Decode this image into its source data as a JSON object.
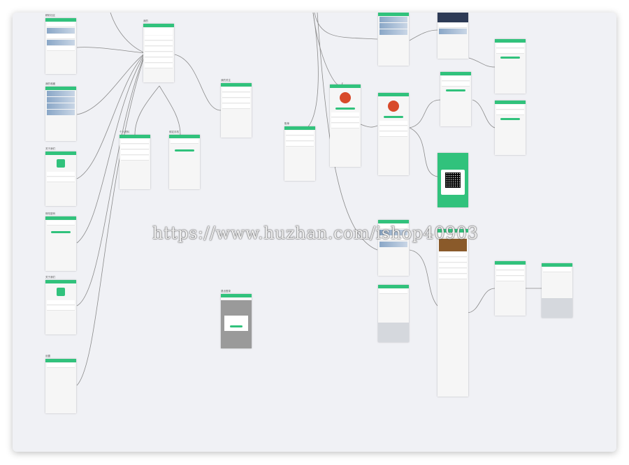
{
  "canvas": {
    "background": "#f0f1f5",
    "accent": "#31c27c",
    "wire_color": "#8a8a8a"
  },
  "watermark": "https://www.huzhan.com/ishop40903",
  "frames": [
    {
      "id": "f1",
      "label": "精彩社区",
      "kind": "feed"
    },
    {
      "id": "f2",
      "label": "我的收藏",
      "kind": "feed"
    },
    {
      "id": "f3",
      "label": "关于我们",
      "kind": "about"
    },
    {
      "id": "f4",
      "label": "修改密码",
      "kind": "form"
    },
    {
      "id": "f5",
      "label": "关于我们",
      "kind": "about"
    },
    {
      "id": "f6",
      "label": "设置",
      "kind": "list"
    },
    {
      "id": "f7",
      "label": "我的",
      "kind": "profile"
    },
    {
      "id": "f8",
      "label": "个人资料",
      "kind": "list"
    },
    {
      "id": "f9",
      "label": "绑定手机",
      "kind": "form"
    },
    {
      "id": "f10",
      "label": "我的关注",
      "kind": "feed"
    },
    {
      "id": "f11",
      "label": "退出登录",
      "kind": "modal"
    },
    {
      "id": "f12",
      "label": "账单",
      "kind": "list"
    },
    {
      "id": "f13",
      "label": "",
      "kind": "list"
    },
    {
      "id": "f14",
      "label": "",
      "kind": "detail"
    },
    {
      "id": "f15",
      "label": "",
      "kind": "form"
    },
    {
      "id": "f16",
      "label": "",
      "kind": "list"
    },
    {
      "id": "f17",
      "label": "",
      "kind": "form"
    },
    {
      "id": "f18",
      "label": "",
      "kind": "reward"
    },
    {
      "id": "f19",
      "label": "",
      "kind": "reward"
    },
    {
      "id": "f20",
      "label": "",
      "kind": "qr"
    },
    {
      "id": "f21",
      "label": "",
      "kind": "feed"
    },
    {
      "id": "f22",
      "label": "",
      "kind": "keyboard"
    },
    {
      "id": "f23",
      "label": "",
      "kind": "article"
    },
    {
      "id": "f24",
      "label": "",
      "kind": "comments"
    },
    {
      "id": "f25",
      "label": "",
      "kind": "keyboard"
    }
  ]
}
